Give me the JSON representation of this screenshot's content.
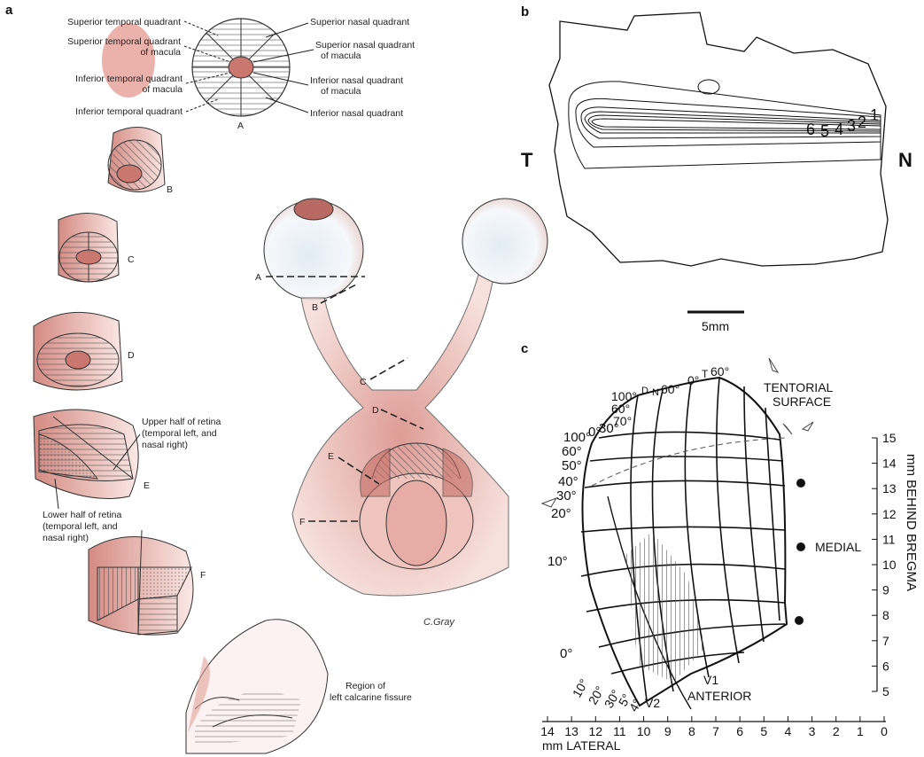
{
  "figure": {
    "panel_a": {
      "letter": "a",
      "quadrants_left": [
        "Superior temporal quadrant",
        "Superior temporal quadrant\nof macula",
        "Inferior temporal quadrant\nof macula",
        "Inferior temporal quadrant"
      ],
      "quadrants_right": [
        "Superior nasal quadrant",
        "Superior nasal quadrant\nof macula",
        "Inferior nasal quadrant\nof macula",
        "Inferior nasal quadrant"
      ],
      "section_letters": [
        "A",
        "B",
        "C",
        "D",
        "E",
        "F"
      ],
      "upper_half": "Upper half of retina\n(temporal left, and\nnasal right)",
      "lower_half": "Lower half of retina\n(temporal left, and\nnasal right)",
      "region": "Region of\nleft calcarine fissure",
      "signature": "C.Gray"
    },
    "panel_b": {
      "letter": "b",
      "left_label": "T",
      "right_label": "N",
      "contour_numbers": [
        "6",
        "5",
        "4",
        "3",
        "2",
        "1"
      ],
      "scale_bar": "5mm"
    },
    "panel_c": {
      "letter": "c",
      "top_labels": [
        "100°",
        "D",
        "N",
        "60°",
        "0°",
        "T",
        "60°"
      ],
      "left_labels": [
        "100°",
        "0°",
        "30°",
        "60°",
        "50°",
        "40°",
        "30°",
        "20°",
        "10°",
        "0°"
      ],
      "upper_left_labels": [
        "60°",
        "70°"
      ],
      "bottom_labels": [
        "10°",
        "20°",
        "30°",
        "5°",
        "4°",
        "V2"
      ],
      "tentorial": "TENTORIAL\nSURFACE",
      "medial": "MEDIAL",
      "v1": "V1",
      "anterior": "ANTERIOR",
      "y_axis_title": "mm BEHIND BREGMA",
      "y_ticks": [
        "15",
        "14",
        "13",
        "12",
        "11",
        "10",
        "9",
        "8",
        "7",
        "6",
        "5"
      ],
      "x_axis_title": "mm LATERAL",
      "x_ticks": [
        "14",
        "13",
        "12",
        "11",
        "10",
        "9",
        "8",
        "7",
        "6",
        "5",
        "4",
        "3",
        "2",
        "1",
        "0"
      ]
    }
  }
}
